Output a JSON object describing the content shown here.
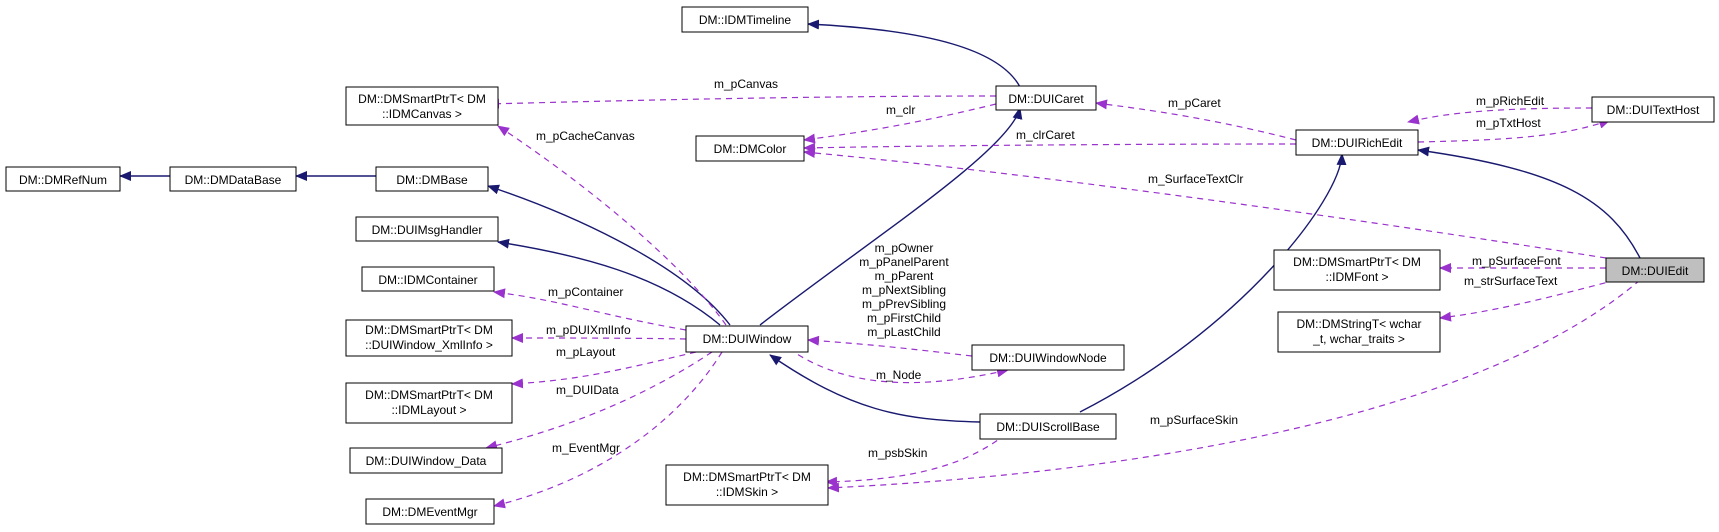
{
  "colors": {
    "inheritance": "#191970",
    "usage": "#9a32cd",
    "focus_fill": "#bfbfbf"
  },
  "nodes": {
    "dmrefnum": "DM::DMRefNum",
    "dmdatabase": "DM::DMDataBase",
    "dmbase": "DM::DMBase",
    "duimsghandler": "DM::DUIMsgHandler",
    "idmcontainer": "DM::IDMContainer",
    "smartptr_xmlinfo": [
      "DM::DMSmartPtrT< DM",
      "::DUIWindow_XmlInfo >"
    ],
    "smartptr_layout": [
      "DM::DMSmartPtrT< DM",
      "::IDMLayout >"
    ],
    "duiwindow_data": "DM::DUIWindow_Data",
    "dmeventmgr": "DM::DMEventMgr",
    "smartptr_canvas": [
      "DM::DMSmartPtrT< DM",
      "::IDMCanvas >"
    ],
    "dmcolor": "DM::DMColor",
    "idmtimeline": "DM::IDMTimeline",
    "duicaret": "DM::DUICaret",
    "duiwindow": "DM::DUIWindow",
    "duiwindownode": "DM::DUIWindowNode",
    "duiscrollbase": "DM::DUIScrollBase",
    "smartptr_skin": [
      "DM::DMSmartPtrT< DM",
      "::IDMSkin >"
    ],
    "duirichedit": "DM::DUIRichEdit",
    "duitexthost": "DM::DUITextHost",
    "smartptr_font": [
      "DM::DMSmartPtrT< DM",
      "::IDMFont >"
    ],
    "dmstringt": [
      "DM::DMStringT< wchar",
      "_t, wchar_traits >"
    ],
    "duiedit": "DM::DUIEdit"
  },
  "edge_labels": {
    "m_pCanvas": "m_pCanvas",
    "m_clr": "m_clr",
    "m_pCacheCanvas": "m_pCacheCanvas",
    "m_pCaret": "m_pCaret",
    "m_clrCaret": "m_clrCaret",
    "m_pRichEdit": "m_pRichEdit",
    "m_pTxtHost": "m_pTxtHost",
    "m_SurfaceTextClr": "m_SurfaceTextClr",
    "owner_block": [
      "m_pOwner",
      "m_pPanelParent",
      "m_pParent",
      "m_pNextSibling",
      "m_pPrevSibling",
      "m_pFirstChild",
      "m_pLastChild"
    ],
    "m_pContainer": "m_pContainer",
    "m_pDUIXmlInfo": "m_pDUIXmlInfo",
    "m_pLayout": "m_pLayout",
    "m_DUIData": "m_DUIData",
    "m_EventMgr": "m_EventMgr",
    "m_Node": "m_Node",
    "m_psbSkin": "m_psbSkin",
    "m_pSurfaceFont": "m_pSurfaceFont",
    "m_strSurfaceText": "m_strSurfaceText",
    "m_pSurfaceSkin": "m_pSurfaceSkin"
  }
}
